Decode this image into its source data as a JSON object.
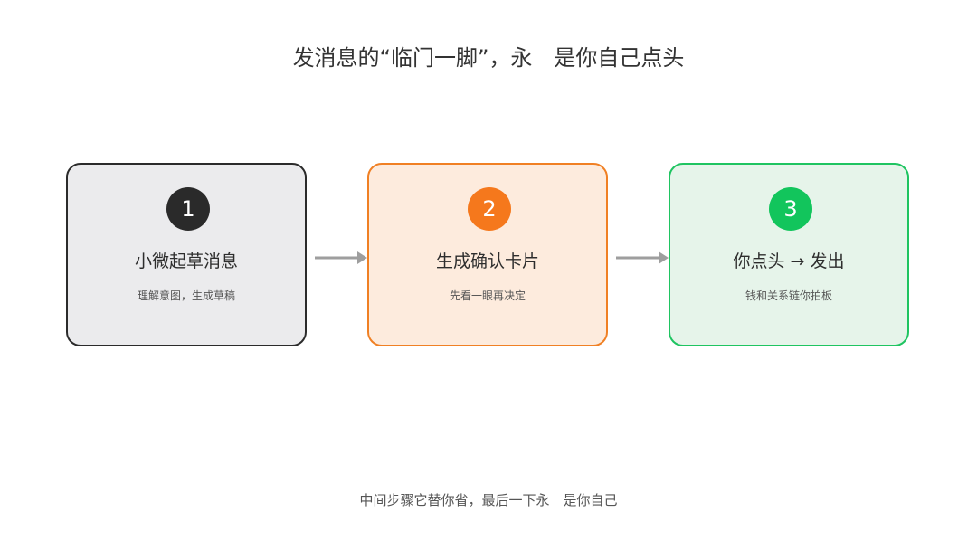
{
  "title": "发消息的“临门一脚”，永　是你自己点头",
  "steps": [
    {
      "number": "1",
      "heading": "小微起草消息",
      "subtext": "理解意图，生成草稿",
      "color": "#2a2a2a"
    },
    {
      "number": "2",
      "heading": "生成确认卡片",
      "subtext": "先看一眼再决定",
      "color": "#f5781c"
    },
    {
      "number": "3",
      "heading": "你点头 → 发出",
      "subtext": "钱和关系链你拍板",
      "color": "#12c55c"
    }
  ],
  "footer": "中间步骤它替你省，最后一下永　是你自己"
}
